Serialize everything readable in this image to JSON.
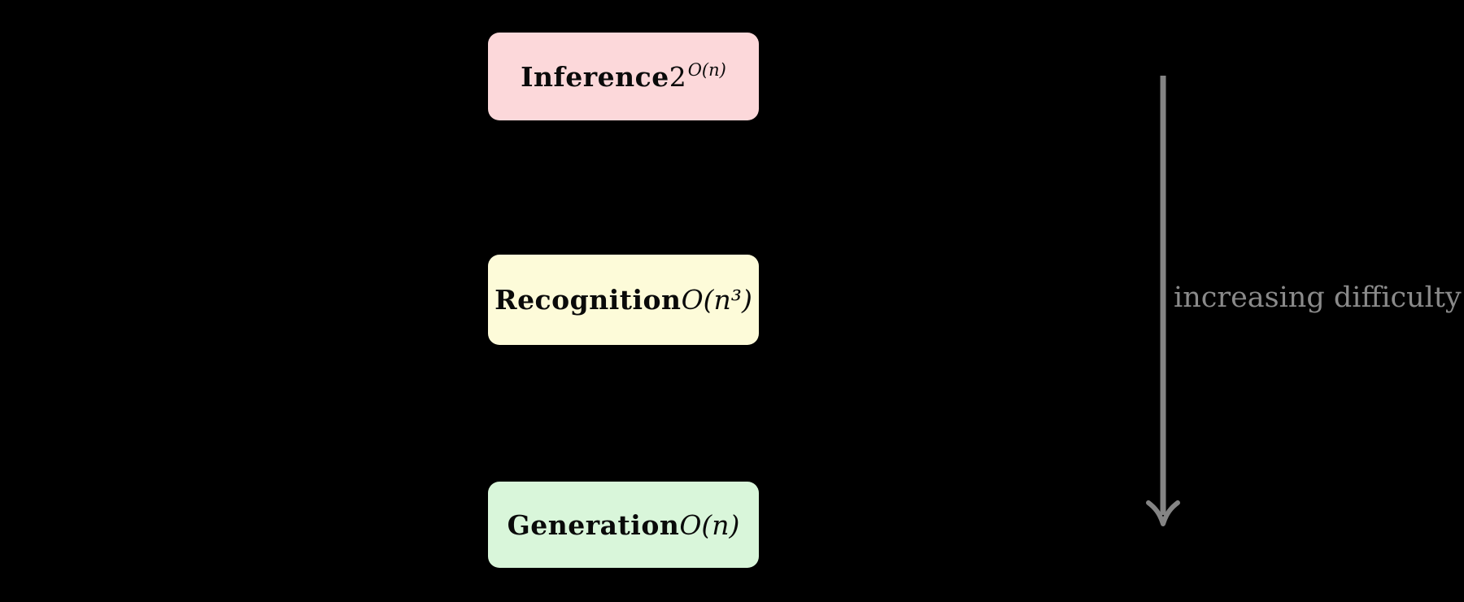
{
  "diagram": {
    "background": "#000000",
    "nodes": [
      {
        "name": "inference",
        "label": "Inference",
        "complexity_base": "2",
        "complexity_sup": "O(n)",
        "fill": "#fcd8da",
        "text_color": "#0a0a0a"
      },
      {
        "name": "recognition",
        "label": "Recognition",
        "complexity": "O(n³)",
        "fill": "#fdfbd9",
        "text_color": "#0a0a0a"
      },
      {
        "name": "generation",
        "label": "Generation",
        "complexity": "O(n)",
        "fill": "#d9f6da",
        "text_color": "#0a0a0a"
      }
    ],
    "arrow": {
      "label": "increasing difficulty",
      "color": "#848484",
      "label_color": "#8a8a8a"
    }
  }
}
